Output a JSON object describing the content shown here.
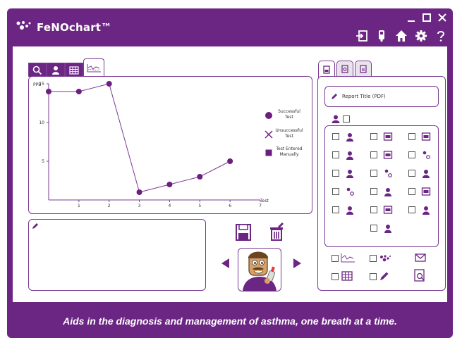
{
  "app": {
    "title": "FeNOchart™",
    "tagline": "Aids in the diagnosis and management of asthma, one breath at a time."
  },
  "colors": {
    "brand": "#6b2583",
    "line": "#7a3a93",
    "point": "#6b1f7e"
  },
  "toolbar": {
    "icons": [
      "logout-icon",
      "device-icon",
      "home-icon",
      "gear-icon",
      "help-icon"
    ]
  },
  "window_controls": [
    "minimize-icon",
    "maximize-icon",
    "close-icon"
  ],
  "chart_tabs": [
    "search-icon",
    "user-icon",
    "table-icon",
    "chart-icon"
  ],
  "right_tabs": [
    "report-tab-icon",
    "settings-tab-icon",
    "document-tab-icon"
  ],
  "report": {
    "title_placeholder": "Report Title (PDF)"
  },
  "chart_data": {
    "type": "line",
    "ylabel": "PPB",
    "xlabel": "Test",
    "xlim": [
      0,
      7
    ],
    "ylim": [
      0,
      15
    ],
    "xticks": [
      1,
      2,
      3,
      4,
      5,
      6,
      7
    ],
    "yticks": [
      5,
      10,
      15
    ],
    "series": [
      {
        "x": [
          0,
          1,
          2,
          3,
          4,
          5,
          6
        ],
        "values": [
          14,
          14,
          15,
          1,
          2,
          3,
          5
        ]
      }
    ],
    "legend": [
      {
        "label": "Successful\nTest",
        "marker": "circle"
      },
      {
        "label": "Unsuccessful\nTest",
        "marker": "x"
      },
      {
        "label": "Test Entered\nManually",
        "marker": "square"
      }
    ]
  }
}
